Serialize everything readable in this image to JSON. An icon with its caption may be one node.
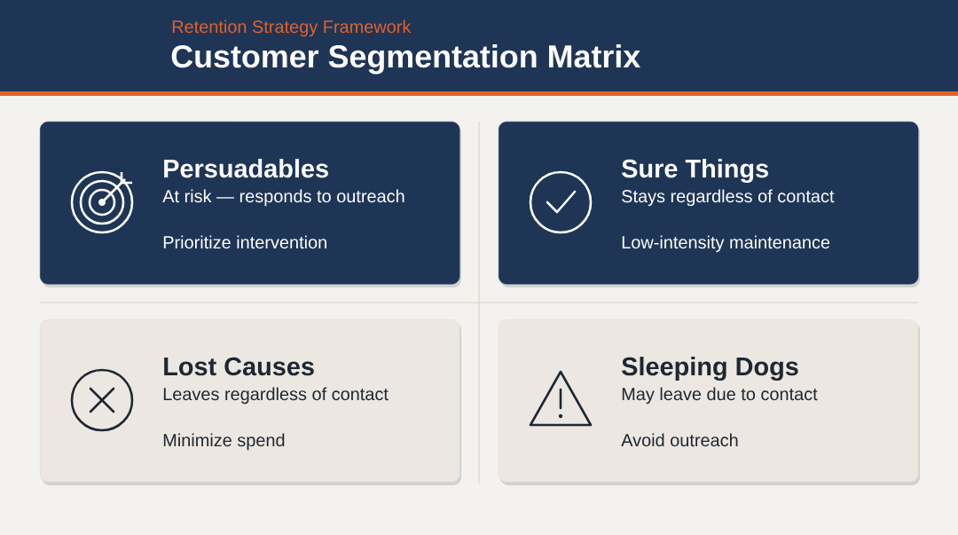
{
  "diagram": {
    "title": "Customer Segmentation Matrix",
    "nodes": [
      {
        "text": [
          "Persuadables",
          "At risk — responds to outreach",
          "Prioritize intervention"
        ]
      },
      {
        "text": [
          "Sure Things",
          "Stays regardless of contact",
          "Low-intensity maintenance"
        ]
      },
      {
        "text": [
          "Lost Causes",
          "Leaves regardless of contact",
          "Minimize spend"
        ]
      },
      {
        "text": [
          "Sleeping Dogs",
          "May leave due to contact",
          "Avoid outreach"
        ]
      }
    ],
    "labels": [
      "Retention Strategy Framework"
    ]
  }
}
